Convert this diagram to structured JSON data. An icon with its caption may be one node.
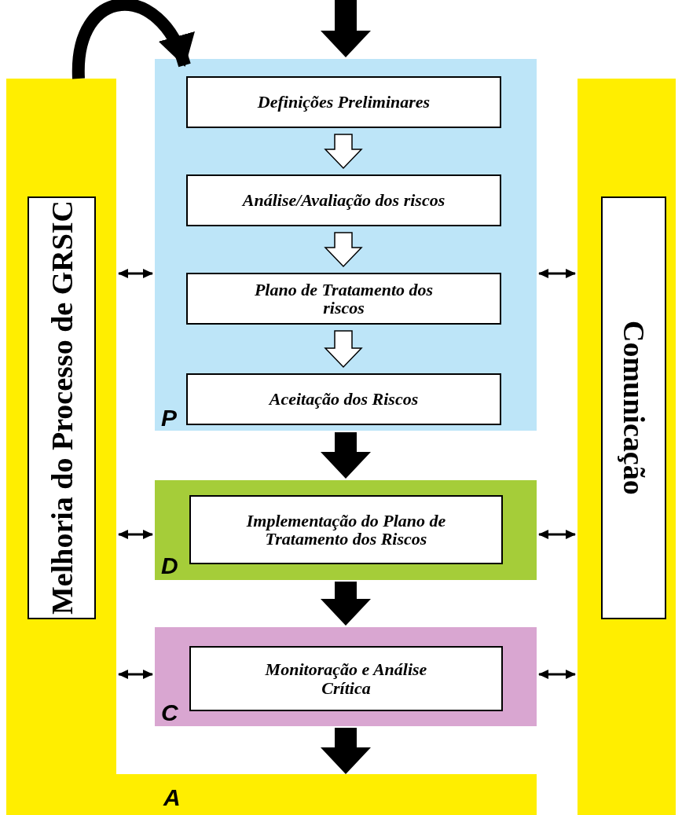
{
  "diagram": {
    "nodes": [
      {
        "text": [
          "A"
        ]
      },
      {
        "text": [
          "Melhoria do Processo de GRSIC"
        ],
        "in": 0
      },
      {
        "text": [
          "P"
        ]
      },
      {
        "text": [
          "Definições Preliminares"
        ],
        "in": 2
      },
      {
        "text": [
          "Análise/Avaliação dos riscos"
        ],
        "in": 2
      },
      {
        "text": [
          "Plano de Tratamento dos riscos"
        ],
        "in": 2
      },
      {
        "text": [
          "Aceitação dos Riscos"
        ],
        "in": 2
      },
      {
        "text": [
          "D"
        ]
      },
      {
        "text": [
          "Implementação do Plano de Tratamento dos Riscos"
        ],
        "in": 7
      },
      {
        "text": [
          "C"
        ]
      },
      {
        "text": [
          "Monitoração e Análise Crítica"
        ],
        "in": 9
      },
      {
        "text": [],
        "shape": "box"
      },
      {
        "text": [
          "Comunicação"
        ],
        "in": 11
      }
    ],
    "edges": [
      {
        "from": null,
        "to": 2,
        "arrow": "to",
        "style": "thick"
      },
      {
        "from": 2,
        "to": 7,
        "arrow": "to",
        "style": "thick"
      },
      {
        "from": 7,
        "to": 9,
        "arrow": "to",
        "style": "thick"
      },
      {
        "from": 9,
        "to": 0,
        "arrow": "to",
        "style": "thick"
      },
      {
        "from": 0,
        "to": 2,
        "arrow": "to",
        "style": "thick"
      },
      {
        "from": 3,
        "to": 4,
        "arrow": "to",
        "style": "thick",
        "color": "#ffffff"
      },
      {
        "from": 4,
        "to": 5,
        "arrow": "to",
        "style": "thick",
        "color": "#ffffff"
      },
      {
        "from": 5,
        "to": 6,
        "arrow": "to",
        "style": "thick",
        "color": "#ffffff"
      },
      {
        "from": 0,
        "to": 2,
        "arrow": "both"
      },
      {
        "from": 0,
        "to": 7,
        "arrow": "both"
      },
      {
        "from": 0,
        "to": 9,
        "arrow": "both"
      },
      {
        "from": 2,
        "to": 11,
        "arrow": "both"
      },
      {
        "from": 7,
        "to": 11,
        "arrow": "both"
      },
      {
        "from": 9,
        "to": 11,
        "arrow": "both"
      }
    ]
  }
}
